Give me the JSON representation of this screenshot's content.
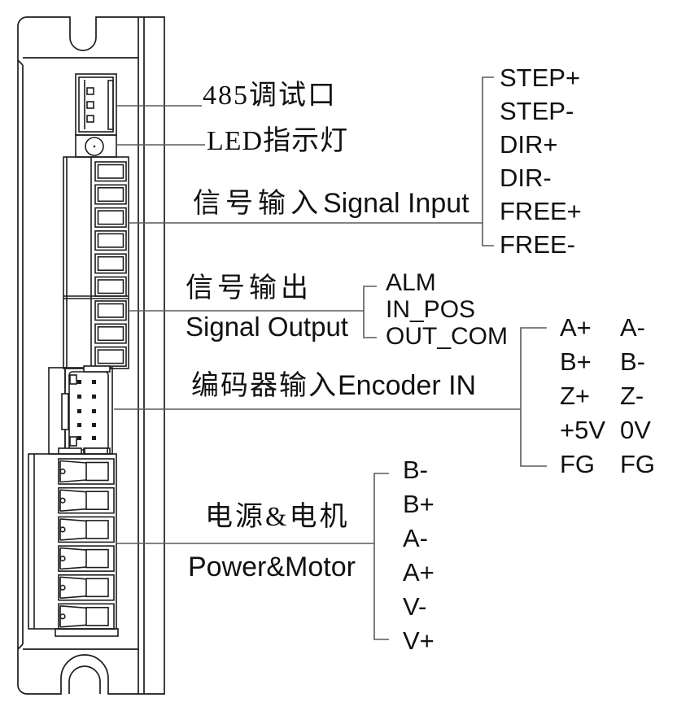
{
  "device": {
    "labels": {
      "port485": "485调试口",
      "led": "LED指示灯",
      "signal_input_zh": "信号输入",
      "signal_input_en": "Signal Input",
      "signal_output_zh": "信号输出",
      "signal_output_en": "Signal Output",
      "encoder_zh": "编码器输入",
      "encoder_en": "Encoder IN",
      "power_zh": "电源&电机",
      "power_en": "Power&Motor"
    },
    "pins": {
      "signal_input": [
        "STEP+",
        "STEP-",
        "DIR+",
        "DIR-",
        "FREE+",
        "FREE-"
      ],
      "signal_output": [
        "ALM",
        "IN_POS",
        "OUT_COM"
      ],
      "encoder_left": [
        "A+",
        "B+",
        "Z+",
        "+5V",
        "FG"
      ],
      "encoder_right": [
        "A-",
        "B-",
        "Z-",
        "0V",
        "FG"
      ],
      "power": [
        "B-",
        "B+",
        "A-",
        "A+",
        "V-",
        "V+"
      ]
    },
    "colors": {
      "outline": "#1c1c1c",
      "leader": "#5a5a5a",
      "text": "#111111",
      "background": "#ffffff"
    }
  }
}
